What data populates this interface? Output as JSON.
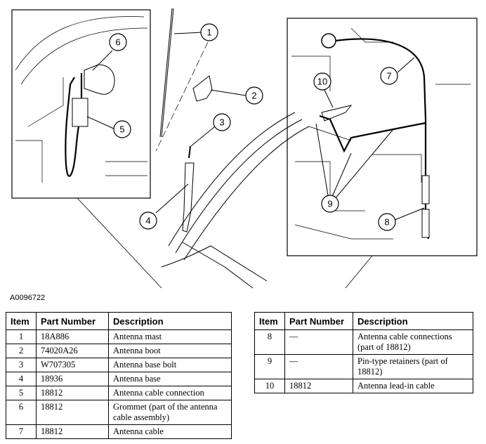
{
  "figure_id": "A0096722",
  "callouts": [
    "1",
    "2",
    "3",
    "4",
    "5",
    "6",
    "7",
    "8",
    "9",
    "10"
  ],
  "table_left": {
    "headers": [
      "Item",
      "Part Number",
      "Description"
    ],
    "rows": [
      {
        "item": "1",
        "part": "18A886",
        "desc": "Antenna mast"
      },
      {
        "item": "2",
        "part": "74020A26",
        "desc": "Antenna boot"
      },
      {
        "item": "3",
        "part": "W707305",
        "desc": "Antenna base bolt"
      },
      {
        "item": "4",
        "part": "18936",
        "desc": "Antenna base"
      },
      {
        "item": "5",
        "part": "18812",
        "desc": "Antenna cable connection"
      },
      {
        "item": "6",
        "part": "18812",
        "desc": "Grommet (part of the antenna cable assembly)"
      },
      {
        "item": "7",
        "part": "18812",
        "desc": "Antenna cable"
      }
    ]
  },
  "table_right": {
    "headers": [
      "Item",
      "Part Number",
      "Description"
    ],
    "rows": [
      {
        "item": "8",
        "part": "—",
        "desc": "Antenna cable connections (part of 18812)"
      },
      {
        "item": "9",
        "part": "—",
        "desc": "Pin-type retainers (part of 18812)"
      },
      {
        "item": "10",
        "part": "18812",
        "desc": "Antenna lead-in cable"
      }
    ]
  }
}
